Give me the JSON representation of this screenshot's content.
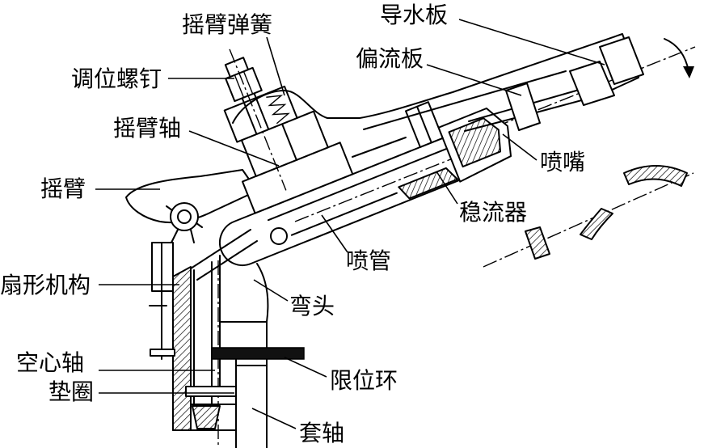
{
  "labels": {
    "water_guide_plate": "导水板",
    "rocker_arm_spring": "摇臂弹簧",
    "deflector_plate": "偏流板",
    "adjusting_screw": "调位螺钉",
    "rocker_arm_shaft": "摇臂轴",
    "nozzle": "喷嘴",
    "rocker_arm": "摇臂",
    "flow_stabilizer": "稳流器",
    "nozzle_tube": "喷管",
    "sector_mechanism": "扇形机构",
    "elbow": "弯头",
    "hollow_shaft": "空心轴",
    "limit_ring": "限位环",
    "washer": "垫圈",
    "sleeve_shaft": "套轴"
  }
}
